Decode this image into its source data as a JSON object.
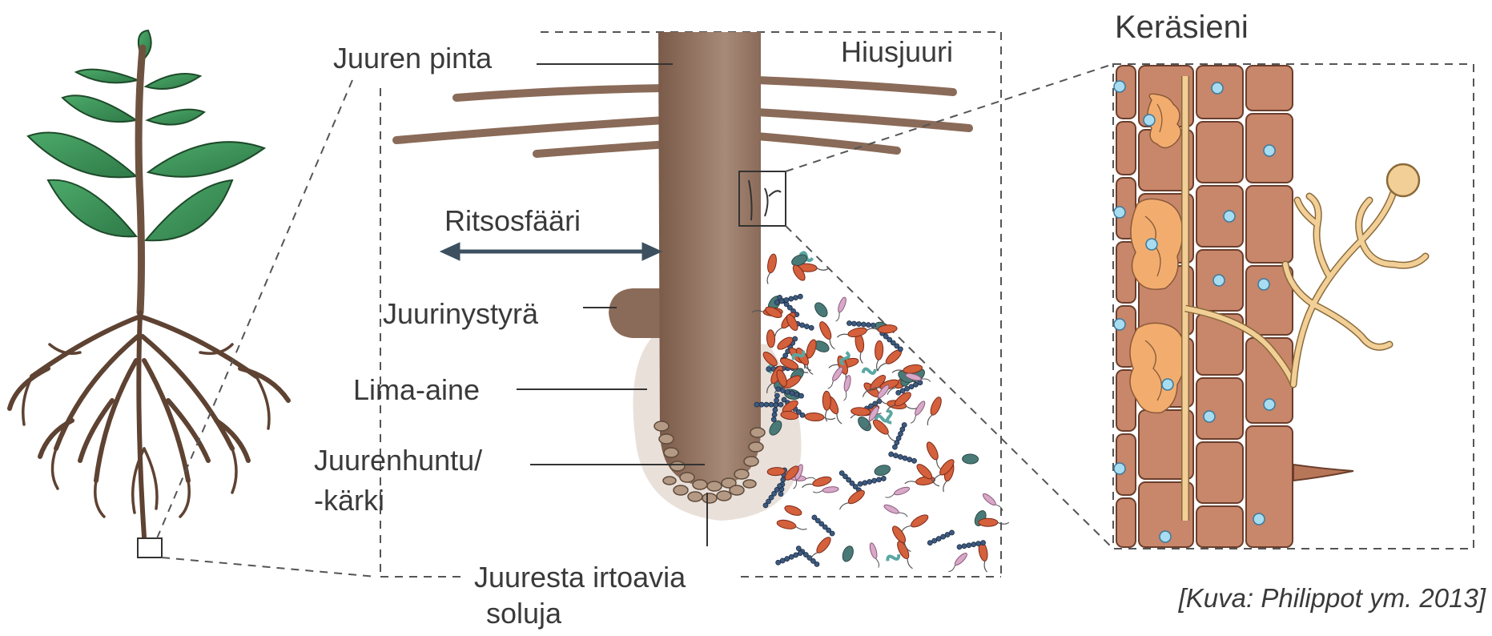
{
  "labels": {
    "root_surface": "Juuren pinta",
    "root_hair": "Hiusjuuri",
    "rhizosphere": "Ritsosfääri",
    "root_nodule": "Juurinystyrä",
    "mucilage": "Lima-aine",
    "root_cap_line1": "Juurenhuntu/",
    "root_cap_line2": "-kärki",
    "sloughed_cells_line1": "Juuresta irtoavia",
    "sloughed_cells_line2": "soluja",
    "fungus_title": "Keräsieni"
  },
  "citation": "[Kuva: Philippot ym. 2013]",
  "colors": {
    "root": "#8a6a58",
    "root_highlight": "#a88a78",
    "root_hair": "#8a6a58",
    "mucilage": "#e7ddd6",
    "leaf": "#3f9a5e",
    "leaf_dark": "#2f7a48",
    "plant_stem": "#6e5240",
    "cell_wall": "#a86f55",
    "cell_fill": "#c8866a",
    "hypha": "#f1cf96",
    "arbuscule": "#f2ad6e",
    "vesicle": "#a8dcf0",
    "bacteria_red": "#d4603c",
    "bacteria_chain": "#3d5a80",
    "bacteria_teal": "#5aa7a3",
    "bacteria_dark_teal": "#4a7a78",
    "bacteria_pink": "#d8a8c8",
    "arrow": "#3d5060",
    "dash": "#555555"
  },
  "icons": {
    "plant": "plant-icon",
    "root_tip": "root-tip-illustration",
    "bacteria": "bacteria-icons",
    "fungus": "mycorrhizal-fungus-illustration"
  }
}
